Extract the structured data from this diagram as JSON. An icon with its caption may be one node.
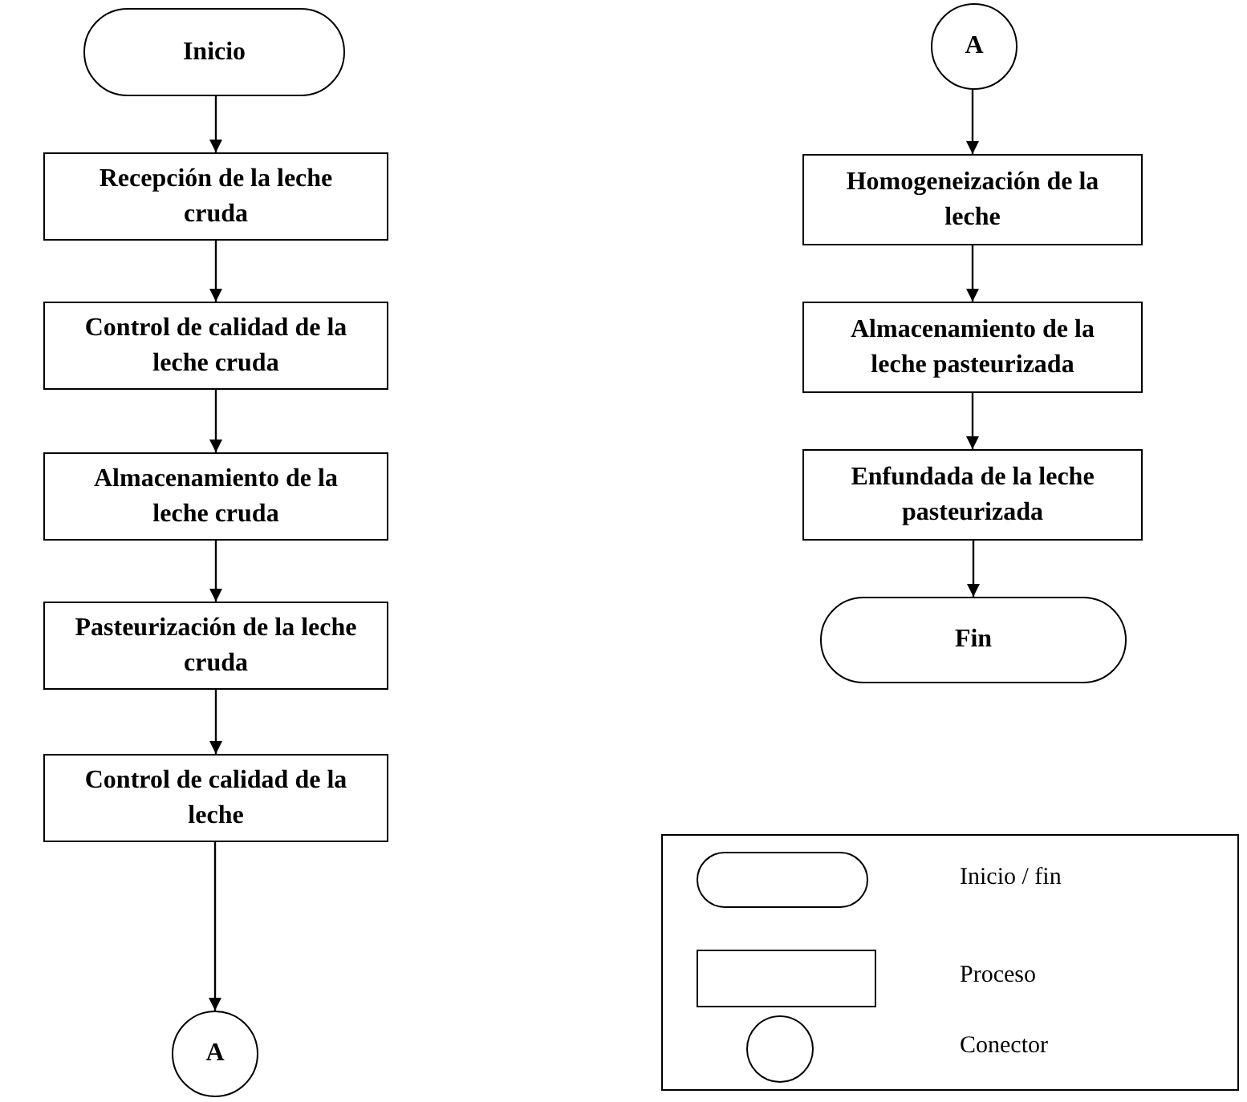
{
  "diagram": {
    "nodes": [
      {
        "text": [
          "Inicio"
        ]
      },
      {
        "text": [
          "Recepción de la leche cruda"
        ]
      },
      {
        "text": [
          "Control de calidad de la leche cruda"
        ]
      },
      {
        "text": [
          "Almacenamiento de la leche cruda"
        ]
      },
      {
        "text": [
          "Pasteurización de la leche cruda"
        ]
      },
      {
        "text": [
          "Control de calidad de la leche"
        ]
      },
      {
        "text": [
          "A"
        ]
      },
      {
        "text": [
          "A"
        ]
      },
      {
        "text": [
          "Homogeneización de la leche"
        ]
      },
      {
        "text": [
          "Almacenamiento de la leche pasteurizada"
        ]
      },
      {
        "text": [
          "Enfundada de la leche pasteurizada"
        ]
      },
      {
        "text": [
          "Fin"
        ]
      }
    ],
    "edges": [
      {
        "from": 0,
        "to": 1,
        "arrow": "to"
      },
      {
        "from": 1,
        "to": 2,
        "arrow": "to"
      },
      {
        "from": 2,
        "to": 3,
        "arrow": "to"
      },
      {
        "from": 3,
        "to": 4,
        "arrow": "to"
      },
      {
        "from": 4,
        "to": 5,
        "arrow": "to"
      },
      {
        "from": 5,
        "to": 6,
        "arrow": "to"
      },
      {
        "from": 7,
        "to": 8,
        "arrow": "to"
      },
      {
        "from": 8,
        "to": 9,
        "arrow": "to"
      },
      {
        "from": 9,
        "to": 10,
        "arrow": "to"
      },
      {
        "from": 10,
        "to": 11,
        "arrow": "to"
      }
    ],
    "legend": [
      {
        "text": "Inicio / fin"
      },
      {
        "text": "Proceso"
      },
      {
        "text": "Conector"
      }
    ]
  }
}
